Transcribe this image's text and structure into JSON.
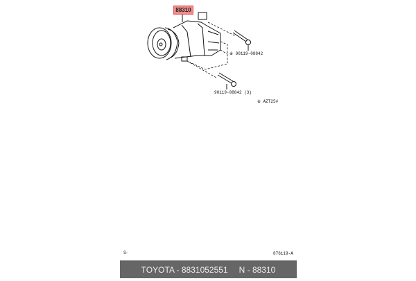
{
  "diagram": {
    "part_label": "88310",
    "callouts": [
      {
        "text": "※ 90119-08842"
      },
      {
        "text": "90119-08842 (3)"
      },
      {
        "text": "※ AZT25#"
      }
    ],
    "page_left": "S-",
    "page_right": "876119-A"
  },
  "footer": {
    "brand_part": "TOYOTA - 8831052551",
    "ref": "N - 88310",
    "bg_color": "#666666"
  }
}
